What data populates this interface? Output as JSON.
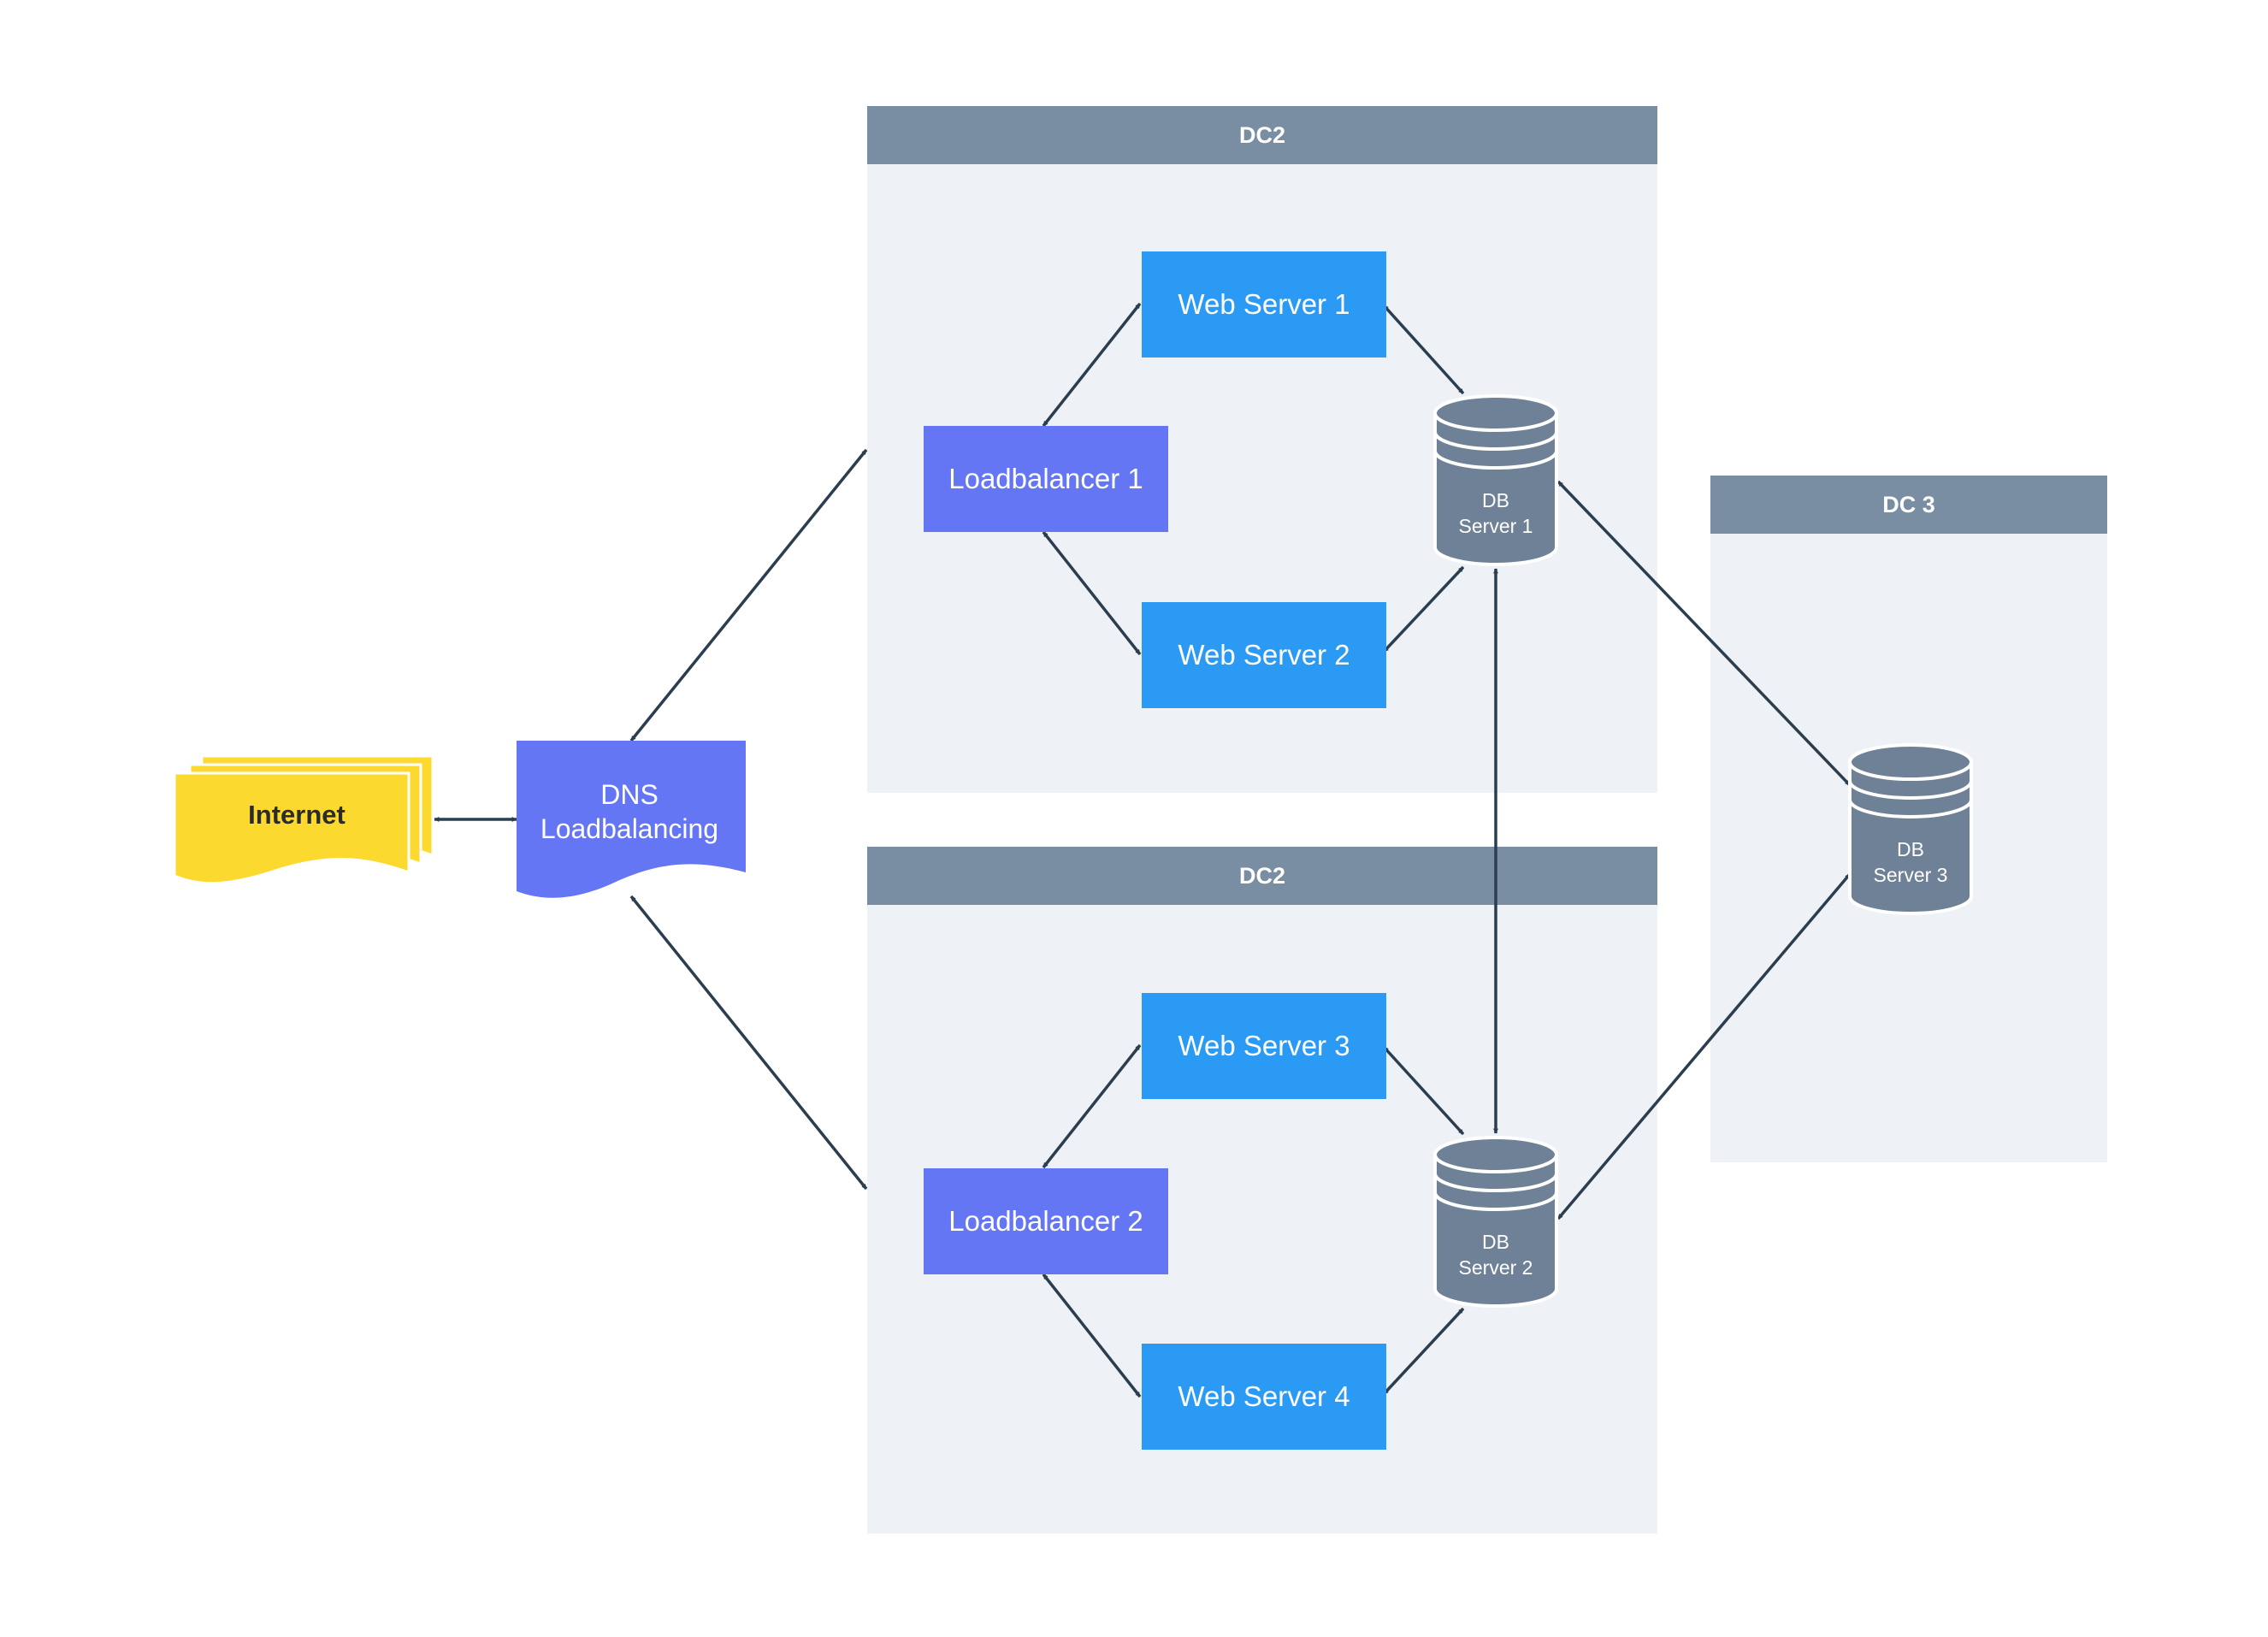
{
  "internet": {
    "label": "Internet"
  },
  "dns": {
    "line1": "DNS",
    "line2": "Loadbalancing"
  },
  "datacenters": [
    {
      "header": "DC2"
    },
    {
      "header": "DC2"
    },
    {
      "header": "DC 3"
    }
  ],
  "web_servers": [
    "Web Server 1",
    "Web Server 2",
    "Web Server 3",
    "Web Server 4"
  ],
  "loadbalancers": [
    "Loadbalancer 1",
    "Loadbalancer 2"
  ],
  "db_servers": [
    {
      "line1": "DB",
      "line2": "Server 1"
    },
    {
      "line1": "DB",
      "line2": "Server 2"
    },
    {
      "line1": "DB",
      "line2": "Server 3"
    }
  ],
  "colors": {
    "internet": "#fcd92e",
    "dns": "#6476f4",
    "loadbalancer": "#6476f4",
    "web_server": "#2a9af4",
    "db": "#6e8196",
    "dc_header": "#7a8ea3",
    "dc_body": "#eef1f5",
    "connector": "#2b3e50"
  }
}
